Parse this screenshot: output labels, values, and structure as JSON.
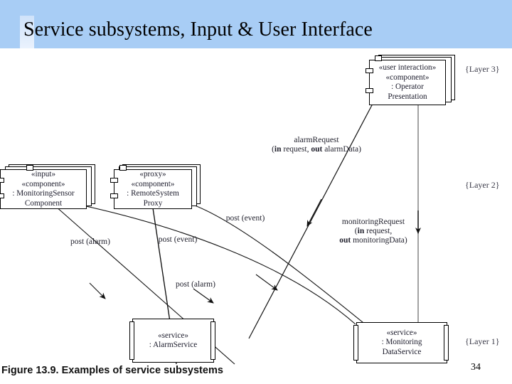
{
  "slide": {
    "title": "Service subsystems, Input & User Interface",
    "page_number": "34",
    "figure_caption": "Figure 13.9. Examples of service subsystems",
    "header_color": "#a8cdf5"
  },
  "diagram": {
    "type": "uml-component-diagram",
    "components": [
      {
        "id": "monitoring-sensor-component",
        "stereotype1": "«input»",
        "stereotype2": "«component»",
        "name_line1": ": MonitoringSensor",
        "name_line2": "Component",
        "stacked": true
      },
      {
        "id": "remote-system-proxy",
        "stereotype1": "«proxy»",
        "stereotype2": "«component»",
        "name_line1": ": RemoteSystem",
        "name_line2": "Proxy",
        "stacked": true
      },
      {
        "id": "operator-presentation",
        "stereotype1": "«user interaction»",
        "stereotype2": "«component»",
        "name_line1": ": Operator",
        "name_line2": "Presentation",
        "stacked": true
      },
      {
        "id": "alarm-service",
        "stereotype1": "«service»",
        "stereotype2": "",
        "name_line1": ": AlarmService",
        "name_line2": "",
        "stacked": false
      },
      {
        "id": "monitoring-data-service",
        "stereotype1": "«service»",
        "stereotype2": "",
        "name_line1": ": Monitoring",
        "name_line2": "DataService",
        "stacked": false
      }
    ],
    "layers": [
      {
        "id": "layer-3",
        "label": "{Layer 3}"
      },
      {
        "id": "layer-2",
        "label": "{Layer 2}"
      },
      {
        "id": "layer-1",
        "label": "{Layer 1}"
      }
    ],
    "messages": [
      {
        "id": "alarm-request",
        "line1": "alarmRequest",
        "line2_pre": "(",
        "line2_b1": "in",
        "line2_mid": " request, ",
        "line2_b2": "out",
        "line2_post": " alarmData)"
      },
      {
        "id": "monitoring-request",
        "line1": "monitoringRequest",
        "line2_pre": "(",
        "line2_b1": "in",
        "line2_mid": " request,",
        "line2_b2": "out",
        "line2_post": " monitoringData)"
      },
      {
        "id": "post-event-upper",
        "line1": "post (event)"
      },
      {
        "id": "post-event-lower",
        "line1": "post (event)"
      },
      {
        "id": "post-alarm-upper",
        "line1": "post (alarm)"
      },
      {
        "id": "post-alarm-lower",
        "line1": "post (alarm)"
      }
    ]
  }
}
